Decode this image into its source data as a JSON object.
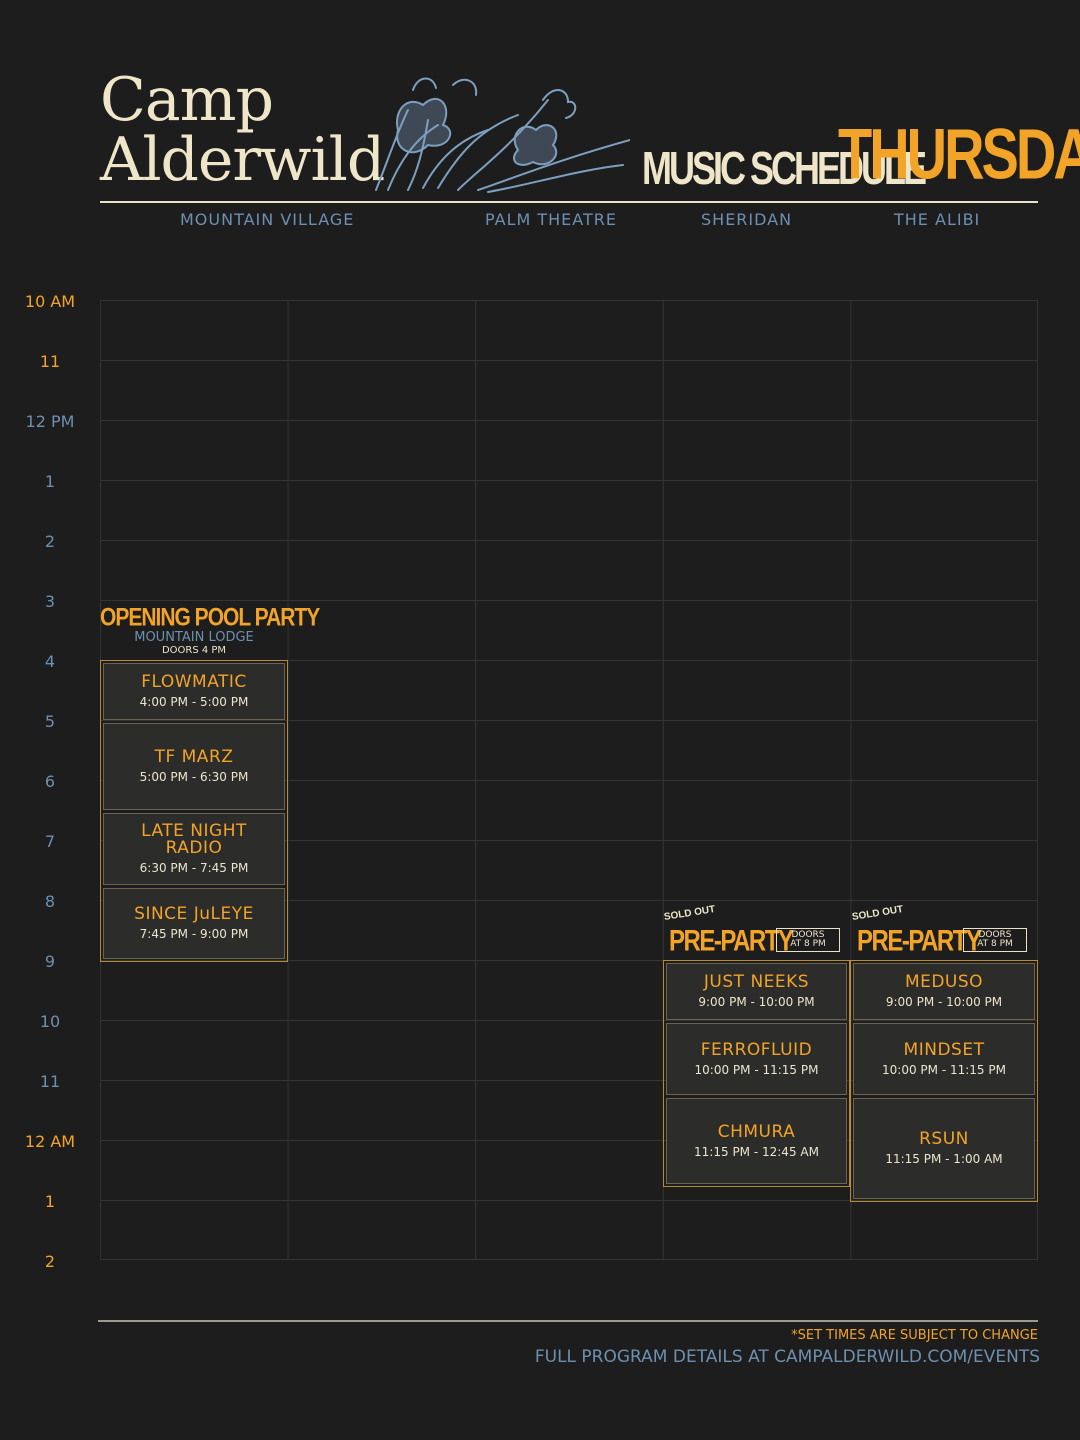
{
  "header": {
    "brand_line1": "Camp",
    "brand_line2": "Alderwild",
    "music_title": "MUSIC SCHEDULE",
    "day": "THURSDAY"
  },
  "venues": [
    "MOUNTAIN  VILLAGE",
    "PALM THEATRE",
    "SHERIDAN",
    "THE ALIBI"
  ],
  "hours": [
    "10 AM",
    "11",
    "12 PM",
    "1",
    "2",
    "3",
    "4",
    "5",
    "6",
    "7",
    "8",
    "9",
    "10",
    "11",
    "12 AM",
    "1",
    "2"
  ],
  "colors": {
    "accent": "#f2a428",
    "blue": "#6d90b0",
    "cream": "#e9e2c9",
    "background": "#1d1d1d"
  },
  "pool_party": {
    "title": "OPENING POOL PARTY",
    "location": "MOUNTAIN LODGE",
    "doors": "DOORS 4 PM",
    "events": [
      {
        "name": "FLOWMATIC",
        "time": "4:00 PM - 5:00 PM"
      },
      {
        "name": "TF MARZ",
        "time": "5:00 PM - 6:30 PM"
      },
      {
        "name": "LATE NIGHT RADIO",
        "time": "6:30 PM - 7:45 PM"
      },
      {
        "name": "SINCE JuLEYE",
        "time": "7:45 PM - 9:00 PM"
      }
    ]
  },
  "sheridan": {
    "badge": "SOLD OUT",
    "title": "PRE-PARTY",
    "doors_line1": "DOORS",
    "doors_line2": "AT 8 PM",
    "events": [
      {
        "name": "JUST NEEKS",
        "time": "9:00 PM - 10:00 PM"
      },
      {
        "name": "FERROFLUID",
        "time": "10:00 PM - 11:15 PM"
      },
      {
        "name": "CHMURA",
        "time": "11:15 PM - 12:45 AM"
      }
    ]
  },
  "alibi": {
    "badge": "SOLD OUT",
    "title": "PRE-PARTY",
    "doors_line1": "DOORS",
    "doors_line2": "AT 8 PM",
    "events": [
      {
        "name": "MEDUSO",
        "time": "9:00 PM - 10:00 PM"
      },
      {
        "name": "MINDSET",
        "time": "10:00 PM - 11:15 PM"
      },
      {
        "name": "RSUN",
        "time": "11:15 PM - 1:00 AM"
      }
    ]
  },
  "footer": {
    "note": "*SET TIMES ARE SUBJECT TO CHANGE",
    "url": "FULL PROGRAM DETAILS AT CAMPALDERWILD.COM/EVENTS"
  }
}
